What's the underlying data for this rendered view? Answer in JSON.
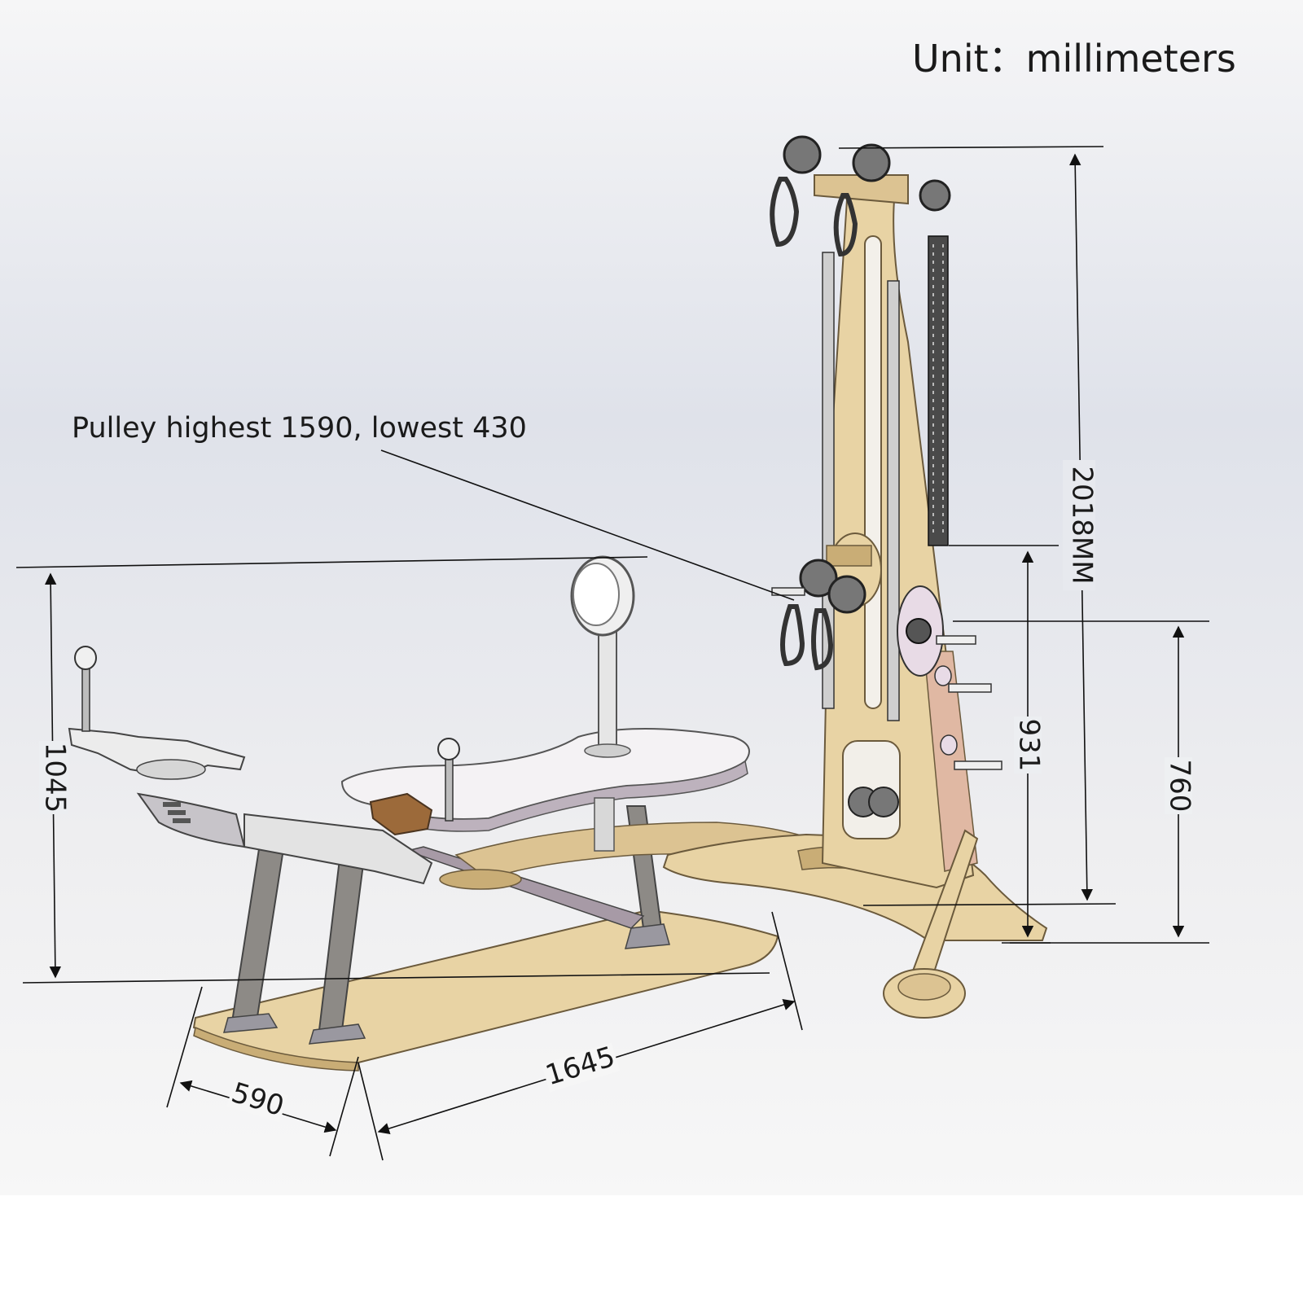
{
  "unit_label": "Unit：millimeters",
  "pulley_note": "Pulley highest 1590, lowest 430",
  "dimensions": {
    "total_height": "2018MM",
    "carriage_height": "931",
    "plate_post_height": "760",
    "bench_height": "1045",
    "base_width": "590",
    "base_length": "1645"
  },
  "colors": {
    "wood": "#e8d3a4",
    "wood_dark": "#c9ad76",
    "steel": "#8d8a86",
    "frame_purple": "#b9a9b5",
    "leather": "#9c6a3a",
    "backdrop_top": "#dfe3ec",
    "backdrop_bottom": "#f3f3f3"
  }
}
